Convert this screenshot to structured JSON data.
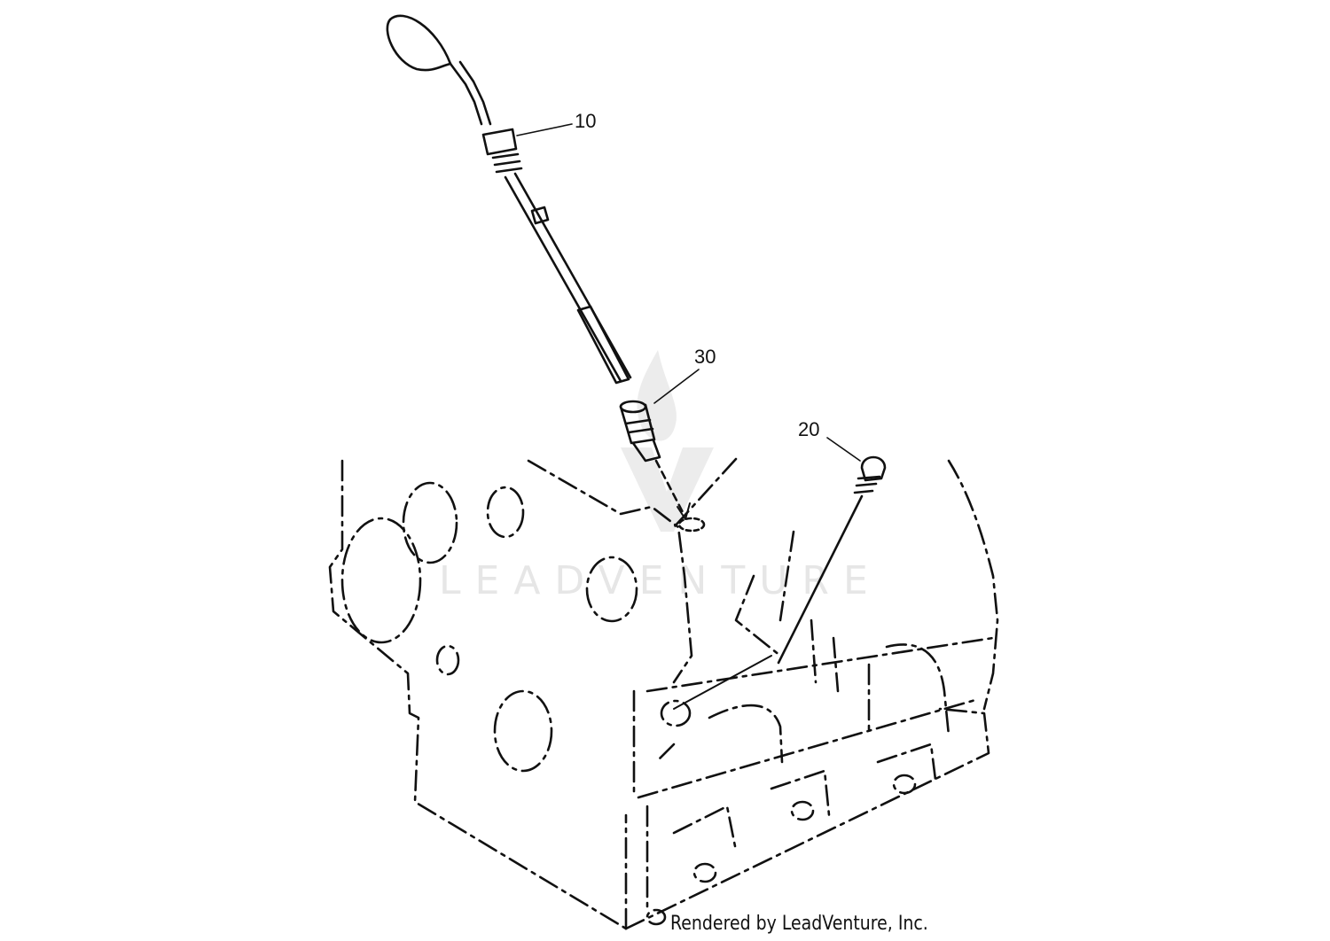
{
  "diagram": {
    "callouts": [
      {
        "id": "10"
      },
      {
        "id": "30"
      },
      {
        "id": "20"
      }
    ],
    "watermark": "LEADVENTURE",
    "footer": "Rendered by LeadVenture, Inc."
  },
  "colors": {
    "line": "#111111",
    "watermark": "#e6e6e6",
    "background": "#ffffff"
  }
}
